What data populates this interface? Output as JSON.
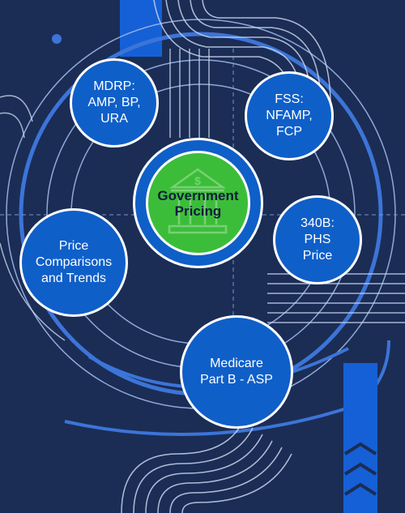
{
  "center": {
    "label": "Government\nPricing",
    "icon": "bank-building-dollar-icon"
  },
  "nodes": [
    {
      "id": "mdrp",
      "label": "MDRP:\nAMP, BP,\nURA"
    },
    {
      "id": "fss",
      "label": "FSS:\nNFAMP,\nFCP"
    },
    {
      "id": "price_comparisons",
      "label": "Price\nComparisons\nand Trends"
    },
    {
      "id": "340b",
      "label": "340B:\nPHS\nPrice"
    },
    {
      "id": "medicare",
      "label": "Medicare\nPart B - ASP"
    }
  ],
  "colors": {
    "background": "#1b2d55",
    "node_fill": "#0f5fc9",
    "center_fill": "#3cbd3a",
    "accent_bar": "#1560d6",
    "line": "#8fb2e8"
  }
}
